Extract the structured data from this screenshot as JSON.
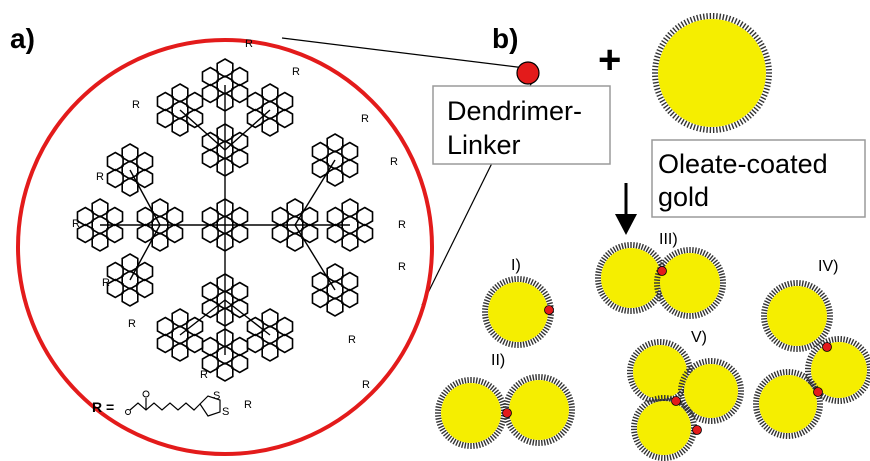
{
  "panel_a_label": "a)",
  "panel_b_label": "b)",
  "plus_sign": "+",
  "dendrimer_linker_label": [
    "Dendrimer-",
    "Linker"
  ],
  "oleate_gold_label": [
    "Oleate-coated",
    "gold"
  ],
  "r_group_label": "R =",
  "r_substituent": "R",
  "sulfur_label": "S",
  "products": {
    "i": "I)",
    "ii": "II)",
    "iii": "III)",
    "iv": "IV)",
    "v": "V)"
  },
  "colors": {
    "circle_outline": "#e31b1b",
    "linker_dot": "#e31b1b",
    "gold_fill": "#f5ee00",
    "ligand_shell": "#333333"
  }
}
